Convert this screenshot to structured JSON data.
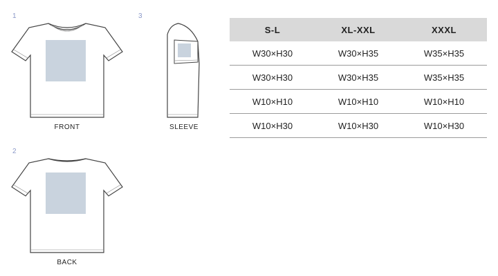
{
  "panels": [
    {
      "number": "1",
      "caption": "FRONT"
    },
    {
      "number": "2",
      "caption": "BACK"
    },
    {
      "number": "3",
      "caption": "SLEEVE"
    }
  ],
  "size_table": {
    "headers": [
      "S-L",
      "XL-XXL",
      "XXXL"
    ],
    "rows": [
      [
        "W30×H30",
        "W30×H35",
        "W35×H35"
      ],
      [
        "W30×H30",
        "W30×H35",
        "W35×H35"
      ],
      [
        "W10×H10",
        "W10×H10",
        "W10×H10"
      ],
      [
        "W10×H30",
        "W10×H30",
        "W10×H30"
      ]
    ]
  },
  "colors": {
    "print_area": "#c9d3de",
    "header_bg": "#d9d9d9",
    "panel_number": "#8a98c8"
  }
}
